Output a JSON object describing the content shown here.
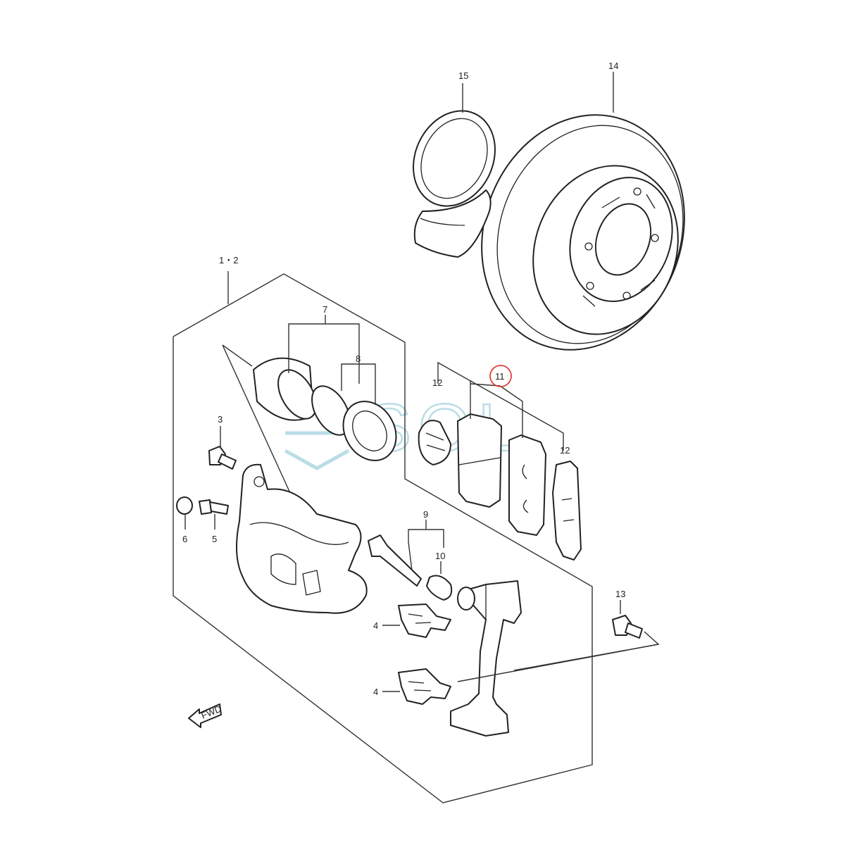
{
  "callouts": {
    "c1_2": "1・2",
    "c3": "3",
    "c4a": "4",
    "c4b": "4",
    "c5": "5",
    "c6": "6",
    "c7": "7",
    "c8": "8",
    "c9": "9",
    "c10": "10",
    "c11": "11",
    "c12a": "12",
    "c12b": "12",
    "c13": "13",
    "c14": "14",
    "c15": "15"
  },
  "fwd_label": "FWD",
  "watermark": "SOL",
  "colors": {
    "line": "#222222",
    "highlight_circle": "#d9453b",
    "watermark": "#b9dde6"
  },
  "highlighted_part": "11"
}
